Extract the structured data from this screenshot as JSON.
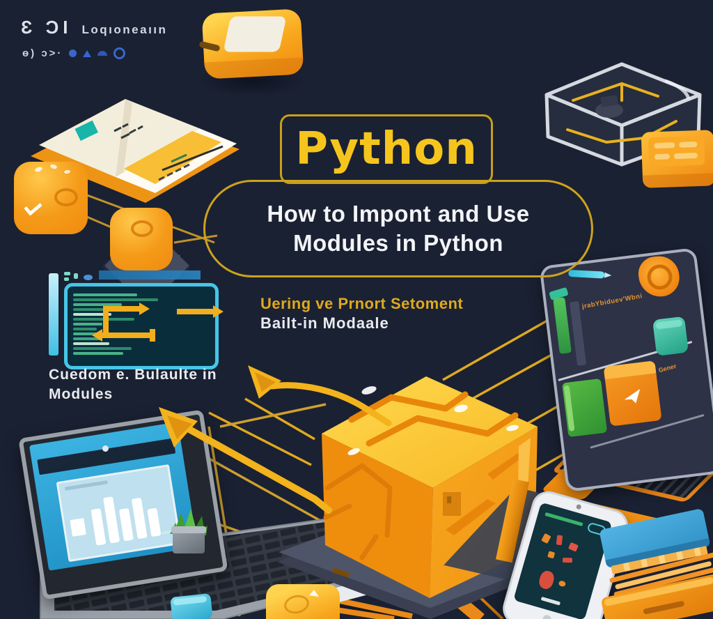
{
  "colors": {
    "background": "#1a2132",
    "accent_yellow": "#f2c21c",
    "arrow_yellow": "#f3b31d",
    "text_white": "#f3f4f8"
  },
  "header": {
    "brand_glyphs": "Ɛ ƆI",
    "brand_text": "Loqıoneaıın",
    "toolbar_glyphs": "ɵ)  ɔ>·"
  },
  "title": "Python",
  "subtitle": {
    "line1": "How to Impont and Use",
    "line2": "Modules in Python"
  },
  "annotations": {
    "center_line1": "Uering ve Prnort Setoment",
    "center_line2": "Bailt-in Modaale",
    "left_line1": "Cuedom e. Bulaulte in",
    "left_line2": "Modules"
  },
  "right_monitor": {
    "code_line": "jrabYbiduev'Wbni",
    "side_label": "Gener"
  }
}
